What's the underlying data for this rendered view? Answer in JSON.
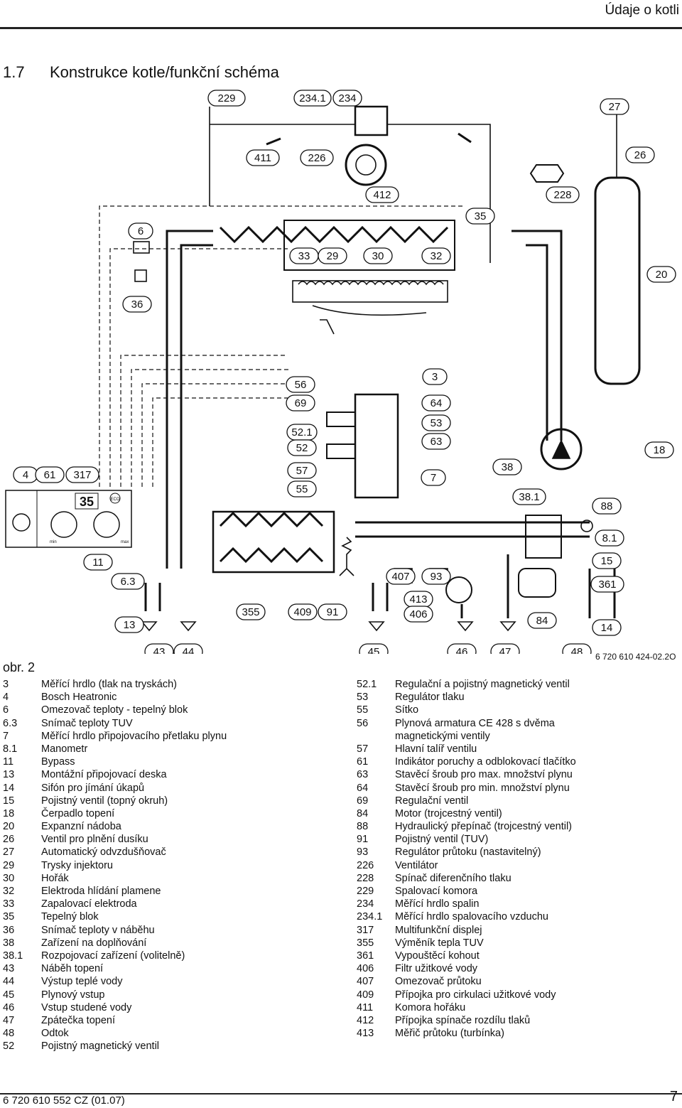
{
  "header": {
    "title": "Údaje o kotli"
  },
  "section": {
    "number": "1.7",
    "title": "Konstrukce kotle/funkční schéma"
  },
  "figure": {
    "caption": "obr. 2",
    "code": "6 720 610 424-02.2O",
    "display": {
      "digits": "35",
      "eco_label": "ECO",
      "min_label": "min",
      "max_label": "max"
    },
    "callouts": [
      "229",
      "234.1",
      "234",
      "27",
      "411",
      "226",
      "26",
      "412",
      "228",
      "6",
      "35",
      "33",
      "29",
      "30",
      "32",
      "20",
      "36",
      "3",
      "56",
      "69",
      "64",
      "52.1",
      "53",
      "52",
      "63",
      "18",
      "4",
      "61",
      "317",
      "57",
      "38",
      "55",
      "7",
      "38.1",
      "88",
      "8.1",
      "11",
      "15",
      "6.3",
      "407",
      "93",
      "361",
      "413",
      "406",
      "355",
      "409",
      "91",
      "84",
      "13",
      "14",
      "43",
      "44",
      "45",
      "46",
      "47",
      "48"
    ]
  },
  "legend_left": [
    {
      "num": "3",
      "text": "Měřící hrdlo (tlak na tryskách)"
    },
    {
      "num": "4",
      "text": "Bosch Heatronic"
    },
    {
      "num": "6",
      "text": "Omezovač teploty - tepelný blok"
    },
    {
      "num": "6.3",
      "text": "Snímač teploty TUV"
    },
    {
      "num": "7",
      "text": "Měřící hrdlo připojovacího přetlaku plynu"
    },
    {
      "num": "8.1",
      "text": "Manometr"
    },
    {
      "num": "11",
      "text": "Bypass"
    },
    {
      "num": "13",
      "text": "Montážní připojovací deska"
    },
    {
      "num": "14",
      "text": "Sifón pro jímání úkapů"
    },
    {
      "num": "15",
      "text": "Pojistný ventil (topný okruh)"
    },
    {
      "num": "18",
      "text": "Čerpadlo topení"
    },
    {
      "num": "20",
      "text": "Expanzní nádoba"
    },
    {
      "num": "26",
      "text": "Ventil pro plnění dusíku"
    },
    {
      "num": "27",
      "text": "Automatický odvzdušňovač"
    },
    {
      "num": "29",
      "text": "Trysky injektoru"
    },
    {
      "num": "30",
      "text": "Hořák"
    },
    {
      "num": "32",
      "text": "Elektroda hlídání plamene"
    },
    {
      "num": "33",
      "text": "Zapalovací elektroda"
    },
    {
      "num": "35",
      "text": "Tepelný blok"
    },
    {
      "num": "36",
      "text": "Snímač teploty v náběhu"
    },
    {
      "num": "38",
      "text": "Zařízení na doplňování"
    },
    {
      "num": "38.1",
      "text": "Rozpojovací zařízení (volitelně)"
    },
    {
      "num": "43",
      "text": "Náběh topení"
    },
    {
      "num": "44",
      "text": "Výstup teplé vody"
    },
    {
      "num": "45",
      "text": "Plynový vstup"
    },
    {
      "num": "46",
      "text": "Vstup studené vody"
    },
    {
      "num": "47",
      "text": "Zpátečka topení"
    },
    {
      "num": "48",
      "text": "Odtok"
    },
    {
      "num": "52",
      "text": "Pojistný magnetický ventil"
    }
  ],
  "legend_right": [
    {
      "num": "52.1",
      "text": "Regulační a pojistný magnetický ventil"
    },
    {
      "num": "53",
      "text": "Regulátor tlaku"
    },
    {
      "num": "55",
      "text": "Sítko"
    },
    {
      "num": "56",
      "text": "Plynová armatura CE 428 s dvěma"
    },
    {
      "num": "",
      "text": "magnetickými ventily"
    },
    {
      "num": "57",
      "text": "Hlavní talíř ventilu"
    },
    {
      "num": "61",
      "text": "Indikátor poruchy a odblokovací tlačítko"
    },
    {
      "num": "63",
      "text": "Stavěcí šroub pro max. množství plynu"
    },
    {
      "num": "64",
      "text": "Stavěcí šroub pro min. množství plynu"
    },
    {
      "num": "69",
      "text": "Regulační ventil"
    },
    {
      "num": "84",
      "text": "Motor (trojcestný ventil)"
    },
    {
      "num": "88",
      "text": "Hydraulický přepínač (trojcestný ventil)"
    },
    {
      "num": "91",
      "text": "Pojistný ventil (TUV)"
    },
    {
      "num": "93",
      "text": "Regulátor průtoku (nastavitelný)"
    },
    {
      "num": "226",
      "text": "Ventilátor"
    },
    {
      "num": "228",
      "text": "Spínač diferenčního tlaku"
    },
    {
      "num": "229",
      "text": "Spalovací komora"
    },
    {
      "num": "234",
      "text": "Měřící hrdlo spalin"
    },
    {
      "num": "234.1",
      "text": "Měřící hrdlo spalovacího vzduchu"
    },
    {
      "num": "317",
      "text": "Multifunkční displej"
    },
    {
      "num": "355",
      "text": "Výměník tepla TUV"
    },
    {
      "num": "361",
      "text": "Vypouštěcí kohout"
    },
    {
      "num": "406",
      "text": "Filtr užitkové vody"
    },
    {
      "num": "407",
      "text": "Omezovač průtoku"
    },
    {
      "num": "409",
      "text": "Přípojka pro cirkulaci užitkové vody"
    },
    {
      "num": "411",
      "text": "Komora hořáku"
    },
    {
      "num": "412",
      "text": "Přípojka spínače rozdílu tlaků"
    },
    {
      "num": "413",
      "text": "Měřič průtoku (turbínka)"
    }
  ],
  "footer": {
    "code": "6 720 610 552 CZ (01.07)",
    "page": "7"
  }
}
